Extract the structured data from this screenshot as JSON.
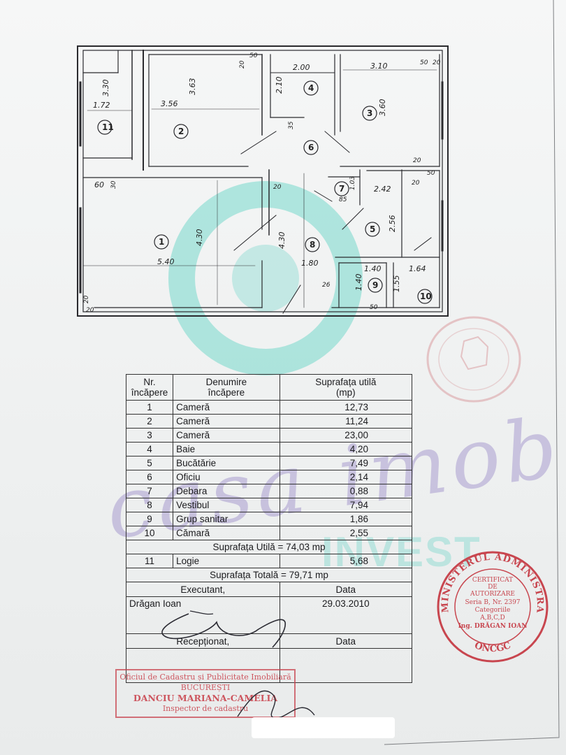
{
  "plan": {
    "room_numbers": [
      "1",
      "2",
      "3",
      "4",
      "5",
      "6",
      "7",
      "8",
      "9",
      "10",
      "11"
    ],
    "dimensions": {
      "r11_w": "1.72",
      "r11_h": "3.30",
      "r2_w": "3.56",
      "r2_h": "3.63",
      "r2_wall": "20",
      "r2_top": "50",
      "r4_w": "2.00",
      "r4_h": "2.10",
      "r4_b": "35",
      "r3_w": "3.10",
      "r3_h": "3.60",
      "r3_w1": "50",
      "r3_w2": "20",
      "r3_w3": "20",
      "r3_b": "50",
      "r1_w": "5.40",
      "r1_h": "4.30",
      "r1_a": "60",
      "r1_b": "30",
      "r1_c": "20",
      "r1_d": "20",
      "r1_e": "20",
      "r8_h": "4.30",
      "r8_w": "1.80",
      "r8_b": "26",
      "r7_h": "1.03",
      "r7_b": "85",
      "r5_w": "2.42",
      "r5_h": "2.56",
      "r5_t": "20",
      "r9_w": "1.40",
      "r9_h": "1.40",
      "r9_b": "50",
      "r10_w": "1.64",
      "r10_h": "1.55"
    }
  },
  "watermark": {
    "script": "casa imob",
    "brand": "INVEST"
  },
  "table": {
    "headers": {
      "nr": "Nr.\nîncăpere",
      "name": "Denumire\nîncăpere",
      "area": "Suprafața utilă\n(mp)"
    },
    "rows": [
      {
        "nr": "1",
        "name": "Cameră",
        "area": "12,73"
      },
      {
        "nr": "2",
        "name": "Cameră",
        "area": "11,24"
      },
      {
        "nr": "3",
        "name": "Cameră",
        "area": "23,00"
      },
      {
        "nr": "4",
        "name": "Baie",
        "area": "4,20"
      },
      {
        "nr": "5",
        "name": "Bucătărie",
        "area": "7,49"
      },
      {
        "nr": "6",
        "name": "Oficiu",
        "area": "2,14"
      },
      {
        "nr": "7",
        "name": "Debara",
        "area": "0,88"
      },
      {
        "nr": "8",
        "name": "Vestibul",
        "area": "7,94"
      },
      {
        "nr": "9",
        "name": "Grup sanitar",
        "area": "1,86"
      },
      {
        "nr": "10",
        "name": "Cămară",
        "area": "2,55"
      }
    ],
    "useful_total": "Suprafața Utilă = 74,03 mp",
    "logia": {
      "nr": "11",
      "name": "Logie",
      "area": "5,68"
    },
    "grand_total": "Suprafața Totală = 79,71 mp",
    "executant_label": "Executant,",
    "date_label": "Data",
    "executant_name": "Drăgan Ioan",
    "executant_date": "29.03.2010",
    "receptionat_label": "Recepționat,",
    "date_label_2": "Data"
  },
  "stamp_ministry": {
    "ring": "MINISTERUL ADMINISTRAȚIEI PUBLICE",
    "bottom": "ONCGC",
    "lines": [
      "CERTIFICAT",
      "DE",
      "AUTORIZARE",
      "Seria B, Nr. 2397",
      "Categoriile",
      "A,B,C,D",
      "Ing. DRĂGAN IOAN"
    ]
  },
  "stamp_oficiu": {
    "line1": "Oficiul de Cadastru și Publicitate Imobiliară",
    "line2": "BUCUREȘTI",
    "name": "DANCIU MARIANA-CAMELIA",
    "role": "Inspector de cadastru"
  },
  "colors": {
    "stamp_red": "#c8464f",
    "watermark_teal": "#5fd2c3",
    "watermark_purple": "#826ebe",
    "ink": "#1f1f22"
  }
}
